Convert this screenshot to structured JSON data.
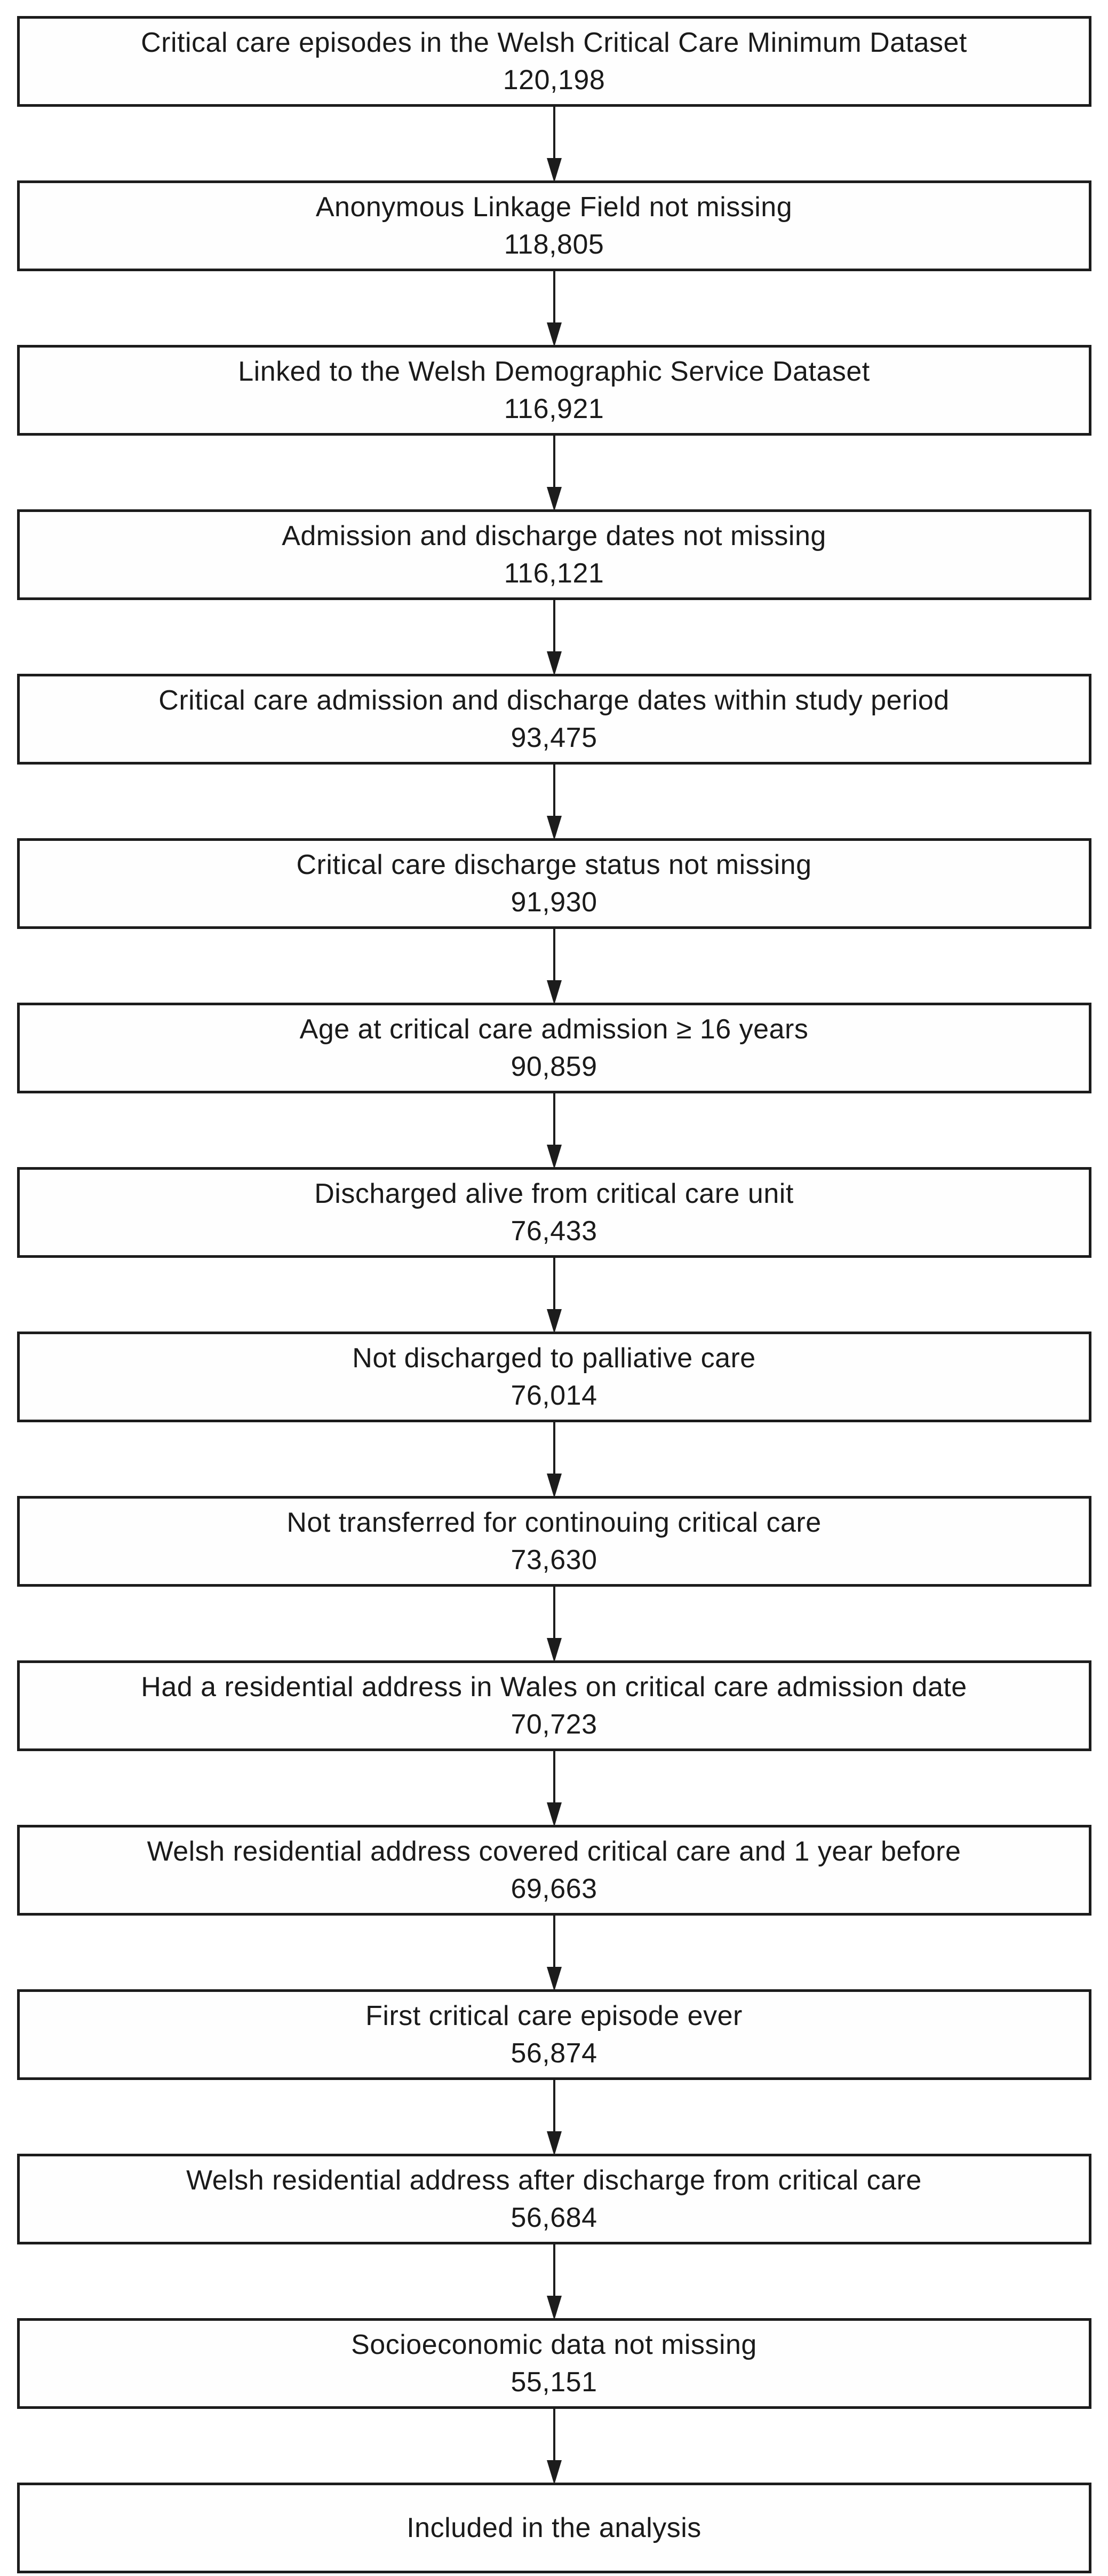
{
  "figure": {
    "type": "flowchart",
    "direction": "top-down",
    "background_color": "#ffffff",
    "box_border_color": "#1c1c1c",
    "text_color": "#1a1a1a",
    "steps": [
      {
        "label": "Critical care episodes in the Welsh Critical Care Minimum Dataset",
        "count": "120,198"
      },
      {
        "label": "Anonymous Linkage Field not missing",
        "count": "118,805"
      },
      {
        "label": "Linked to the Welsh Demographic Service Dataset",
        "count": "116,921"
      },
      {
        "label": "Admission and discharge dates not missing",
        "count": "116,121"
      },
      {
        "label": "Critical care admission and discharge dates within study period",
        "count": "93,475"
      },
      {
        "label": "Critical care discharge status not missing",
        "count": "91,930"
      },
      {
        "label": "Age at critical care admission ≥ 16 years",
        "count": "90,859"
      },
      {
        "label": "Discharged alive from critical care unit",
        "count": "76,433"
      },
      {
        "label": "Not discharged to palliative care",
        "count": "76,014"
      },
      {
        "label": "Not transferred for continouing critical care",
        "count": "73,630"
      },
      {
        "label": "Had a residential address in Wales on critical care admission date",
        "count": "70,723"
      },
      {
        "label": "Welsh residential address covered critical care and 1 year before",
        "count": "69,663"
      },
      {
        "label": "First critical care episode ever",
        "count": "56,874"
      },
      {
        "label": "Welsh residential address after discharge from critical care",
        "count": "56,684"
      },
      {
        "label": "Socioeconomic data not missing",
        "count": "55,151"
      },
      {
        "label": "Included in the analysis",
        "count": ""
      }
    ]
  }
}
